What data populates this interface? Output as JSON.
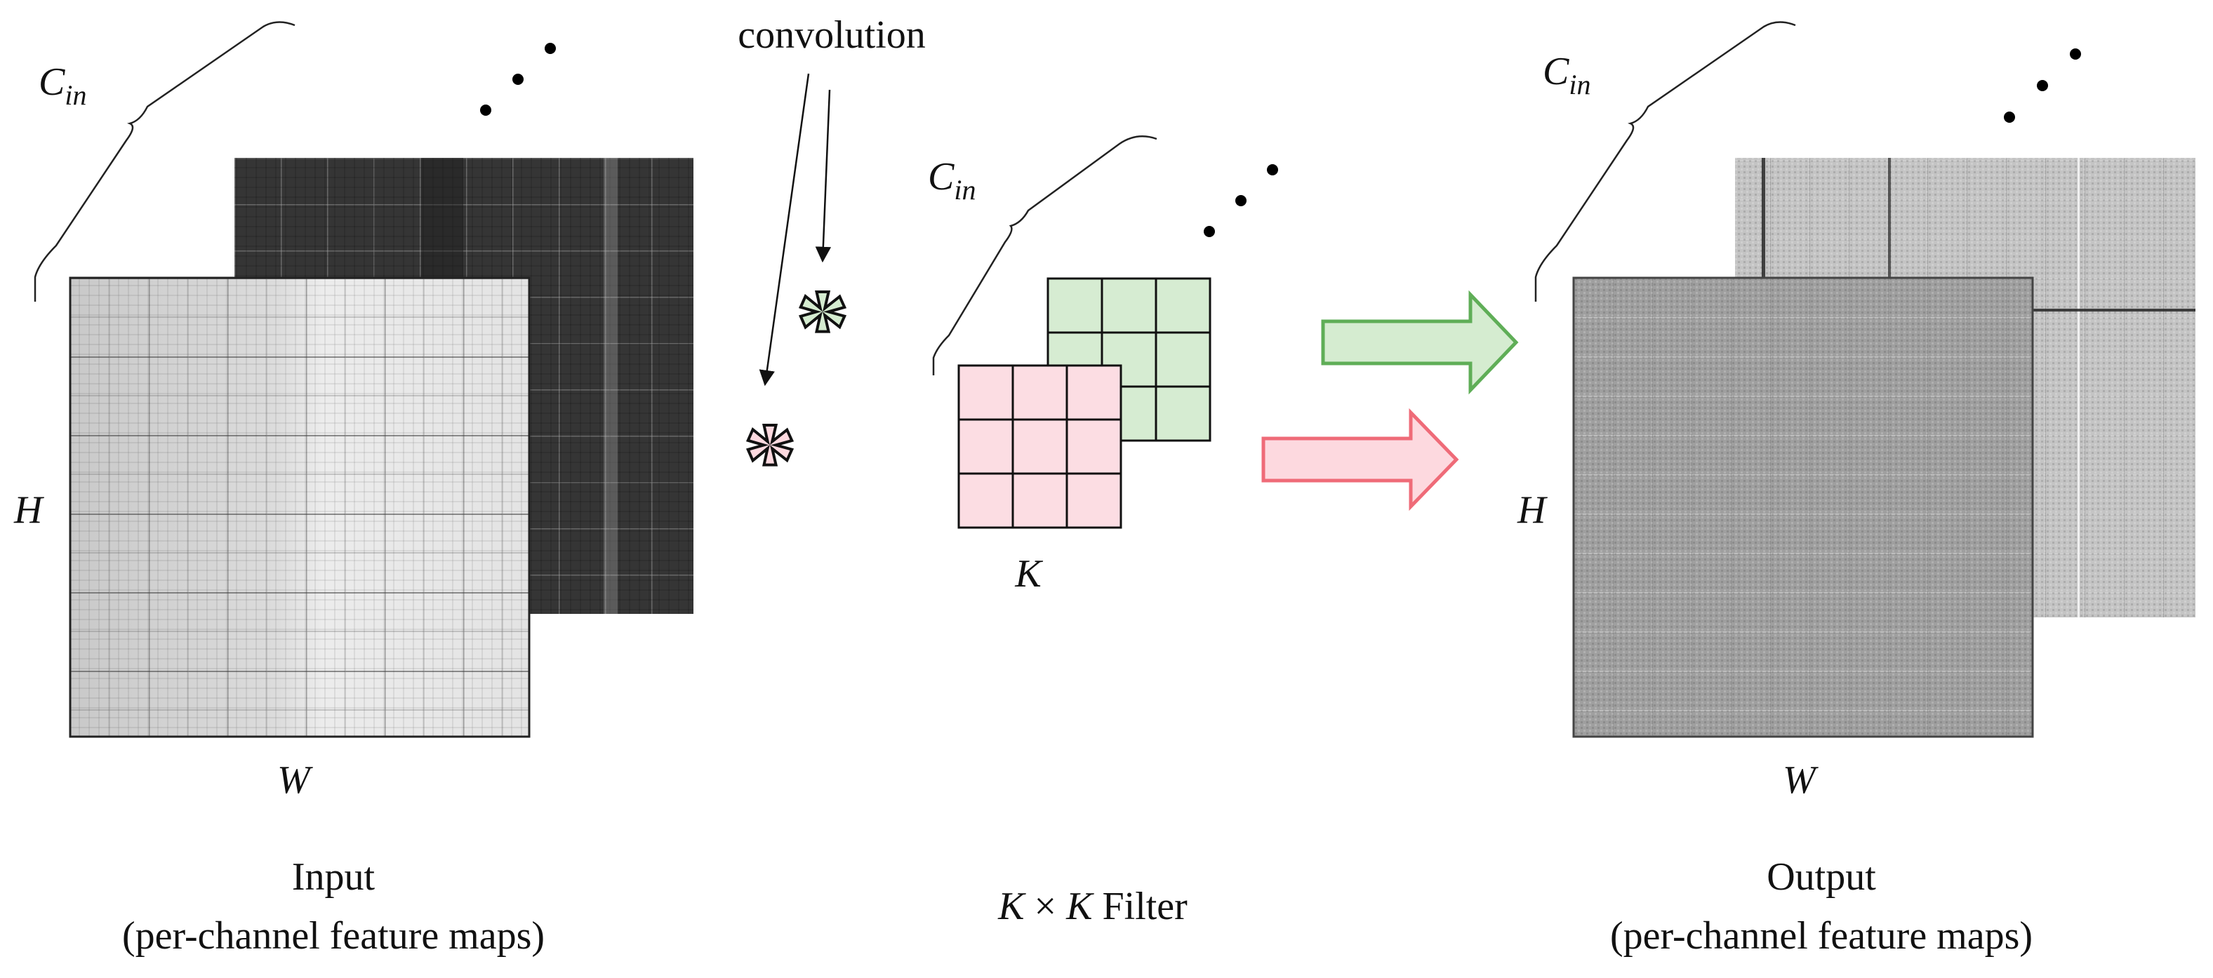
{
  "title": "convolution",
  "input": {
    "channels_label_main": "C",
    "channels_label_sub": "in",
    "height_label": "H",
    "width_label": "W",
    "caption_line1": "Input",
    "caption_line2": "(per-channel feature maps)"
  },
  "filter": {
    "channels_label_main": "C",
    "channels_label_sub": "in",
    "size_label": "K",
    "caption_k1": "K",
    "caption_times": "×",
    "caption_k2": "K",
    "caption_word": "Filter",
    "grid_size": 3,
    "front_color": "#fcdde3",
    "back_color": "#d6ecd2"
  },
  "output": {
    "channels_label_main": "C",
    "channels_label_sub": "in",
    "height_label": "H",
    "width_label": "W",
    "caption_line1": "Output",
    "caption_line2": "(per-channel feature maps)"
  },
  "operator_symbol": "*",
  "colors": {
    "green_fill": "#d5ecd0",
    "green_stroke": "#5fae57",
    "pink_fill": "#fdd9df",
    "pink_stroke": "#ef6b78"
  }
}
